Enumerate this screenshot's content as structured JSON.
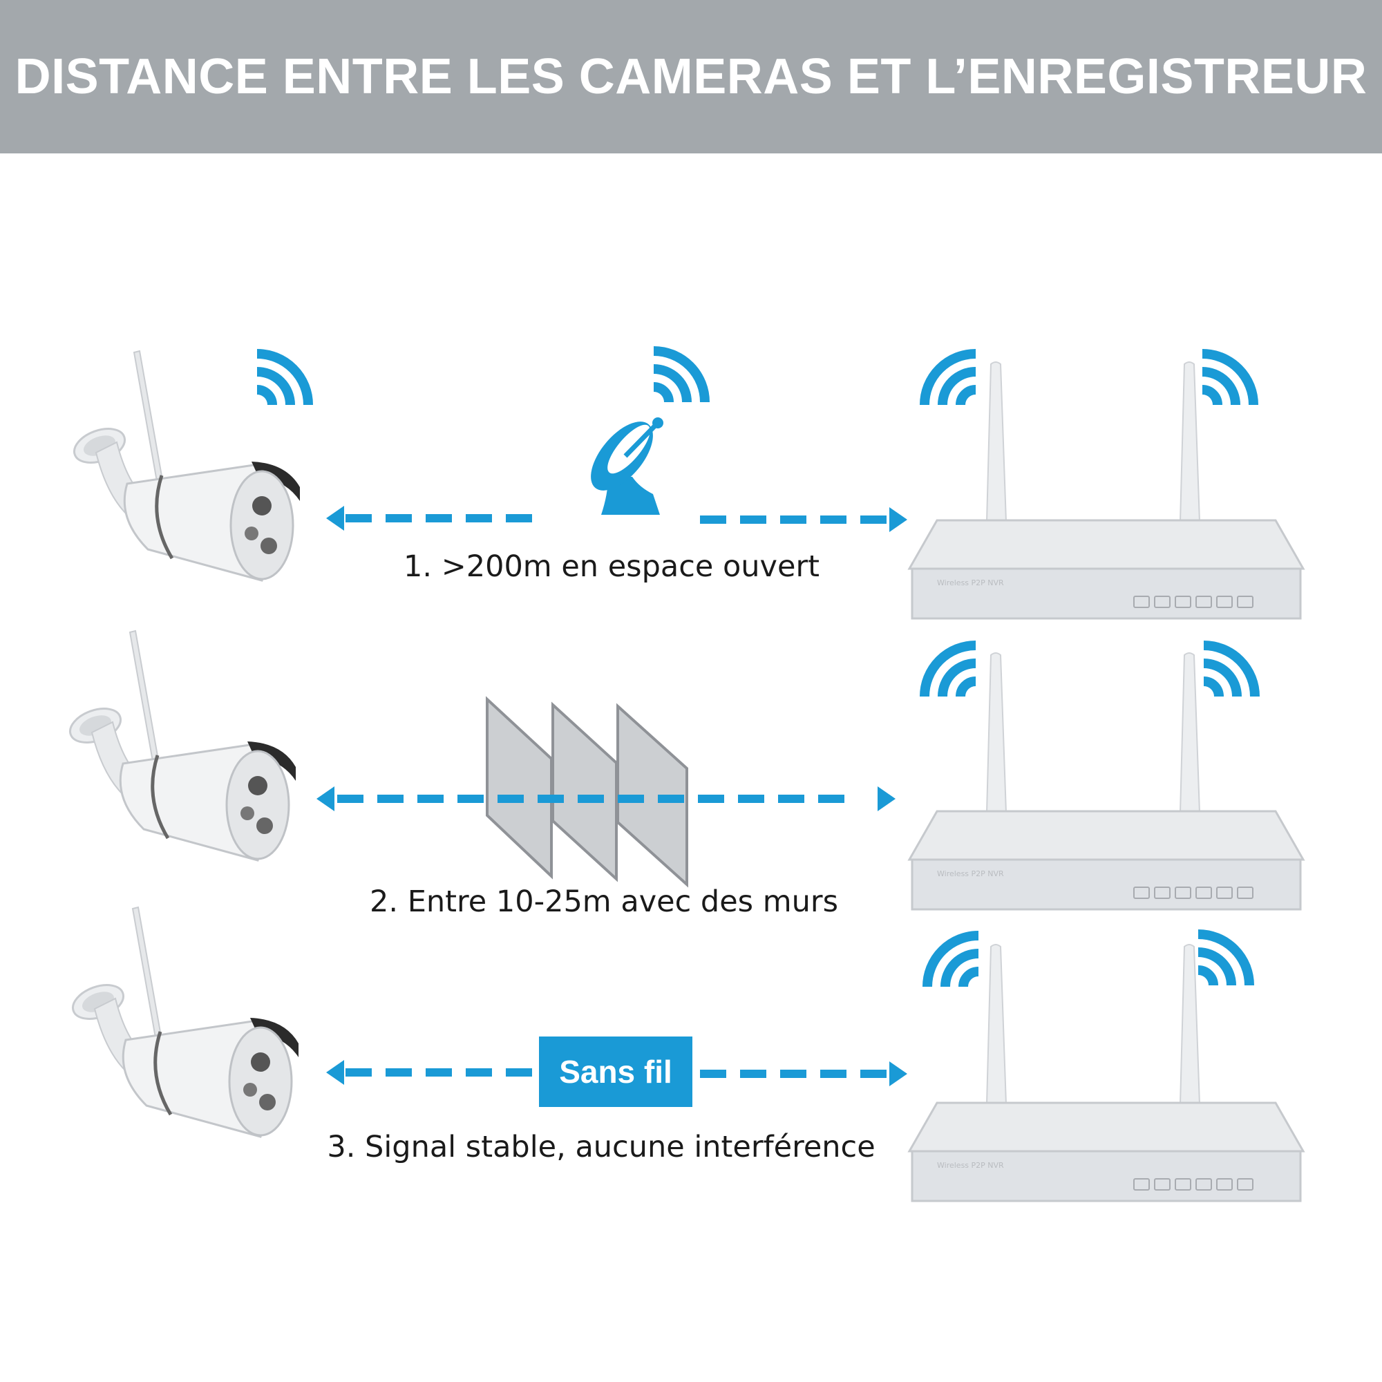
{
  "header": {
    "title": "DISTANCE ENTRE LES CAMERAS ET L’ENREGISTREUR"
  },
  "colors": {
    "accent": "#1a9ad6",
    "header_bg": "#a3a8ac",
    "device": "#dfe2e6"
  },
  "rows": [
    {
      "caption": "1. >200m en espace ouvert",
      "obstacle": "satellite-dish"
    },
    {
      "caption": "2. Entre 10-25m avec des murs",
      "obstacle": "walls"
    },
    {
      "caption": "3. Signal stable, aucune interférence",
      "obstacle": "badge"
    }
  ],
  "badge": {
    "label": "Sans fil"
  },
  "nvr": {
    "label": "Wireless P2P NVR"
  }
}
